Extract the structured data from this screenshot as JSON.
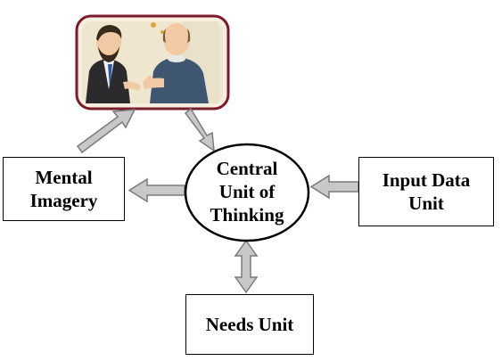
{
  "diagram": {
    "nodes": {
      "central": {
        "label": "Central\nUnit of\nThinking"
      },
      "mental": {
        "label": "Mental\nImagery"
      },
      "input": {
        "label": "Input Data\nUnit"
      },
      "needs": {
        "label": "Needs Unit"
      },
      "illustration": {
        "description_icon": "two-men-talking-illustration"
      }
    },
    "colors": {
      "arrow_fill": "#c8c8c8",
      "arrow_stroke": "#7a7a7a",
      "picture_border": "#7a1a2a",
      "picture_bg": "#f6efe0"
    }
  }
}
